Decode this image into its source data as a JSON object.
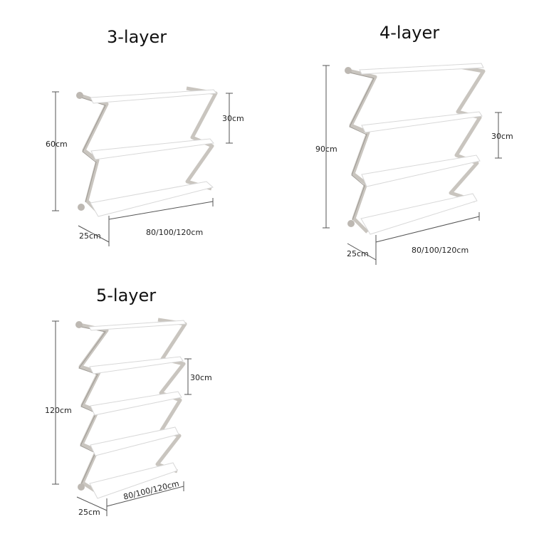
{
  "shelves": [
    {
      "title": "3-layer",
      "height_label": "60cm",
      "spacing_label": "30cm",
      "depth_label": "25cm",
      "width_label": "80/100/120cm"
    },
    {
      "title": "4-layer",
      "height_label": "90cm",
      "spacing_label": "30cm",
      "depth_label": "25cm",
      "width_label": "80/100/120cm"
    },
    {
      "title": "5-layer",
      "height_label": "120cm",
      "spacing_label": "30cm",
      "depth_label": "25cm",
      "width_label": "80/100/120cm"
    }
  ],
  "colors": {
    "frame": "#c9c5bf",
    "frame_dark": "#9e9a94",
    "board": "#ffffff",
    "board_edge": "#d8d8d8",
    "dimension_line": "#555555"
  }
}
